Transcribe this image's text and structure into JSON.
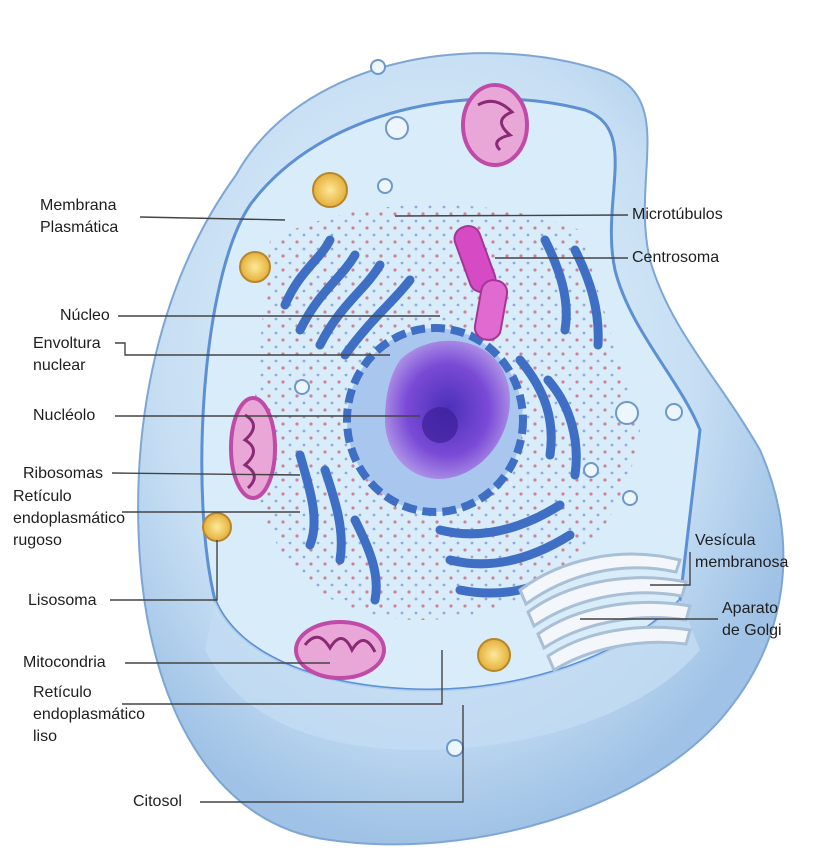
{
  "diagram": {
    "labels_left": {
      "membrana": [
        "Membrana",
        "Plasmática"
      ],
      "nucleo": "Núcleo",
      "envoltura": [
        "Envoltura",
        "nuclear"
      ],
      "nucleolo": "Nucléolo",
      "ribosomas": "Ribosomas",
      "rer": [
        "Retículo",
        "endoplasmático",
        "rugoso"
      ],
      "lisosoma": "Lisosoma",
      "mitocondria": "Mitocondria",
      "rel": [
        "Retículo",
        "endoplasmático",
        "liso"
      ],
      "citosol": "Citosol"
    },
    "labels_right": {
      "microtubulos": "Microtúbulos",
      "centrosoma": "Centrosoma",
      "vesicula": [
        "Vesícula",
        "membranosa"
      ],
      "golgi": [
        "Aparato",
        "de Golgi"
      ]
    },
    "colors": {
      "membrane": "#5c8fd4",
      "cytoplasm": "#d9ecfa",
      "outer": "#b9d6f0",
      "nucleus": "#6a3fc4",
      "er": "#3f6fc4",
      "mito": "#c04aa8",
      "centrosome": "#d64bc4",
      "lysosome": "#f2c94c",
      "golgi": "#eef3f8",
      "ribosome": "#c0304a",
      "leader": "#444444"
    }
  }
}
